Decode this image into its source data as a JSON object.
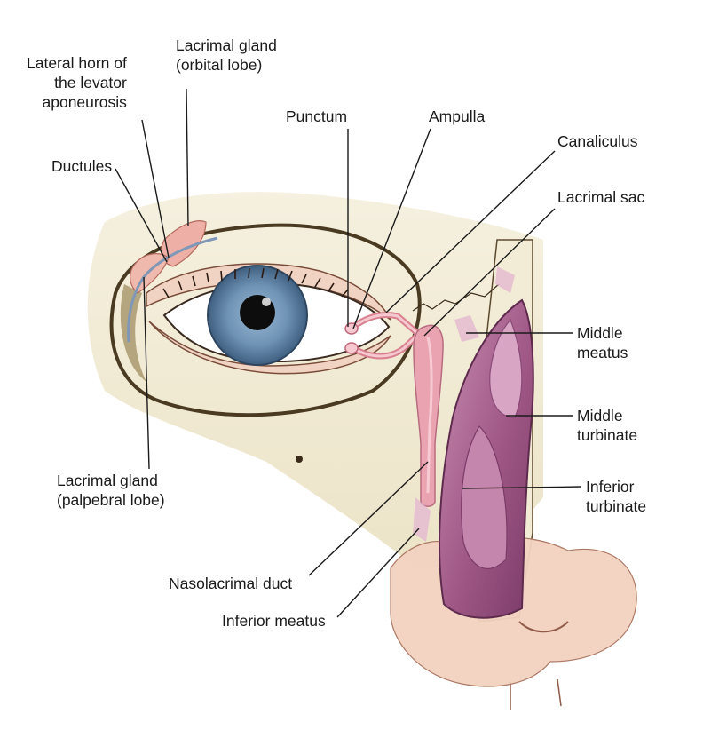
{
  "labels": {
    "lateral_horn": [
      "Lateral horn of",
      "the levator",
      "aponeurosis"
    ],
    "lacrimal_gland_orbital": [
      "Lacrimal gland",
      "(orbital lobe)"
    ],
    "ductules": "Ductules",
    "punctum": "Punctum",
    "ampulla": "Ampulla",
    "canaliculus": "Canaliculus",
    "lacrimal_sac": "Lacrimal sac",
    "middle_meatus": [
      "Middle",
      "meatus"
    ],
    "middle_turbinate": [
      "Middle",
      "turbinate"
    ],
    "inferior_turbinate": [
      "Inferior",
      "turbinate"
    ],
    "lacrimal_gland_palpebral": [
      "Lacrimal gland",
      "(palpebral lobe)"
    ],
    "nasolacrimal_duct": "Nasolacrimal duct",
    "inferior_meatus": "Inferior meatus"
  },
  "colors": {
    "skull": "#f3eedb",
    "bone_shadow": "#6e5a35",
    "skin": "#f3d9c8",
    "iris": "#6f93b5",
    "lacrimal_system": "#e8a4b0",
    "nasal_cavity": "#a85a8c",
    "leader_line": "#1a1a1a"
  }
}
